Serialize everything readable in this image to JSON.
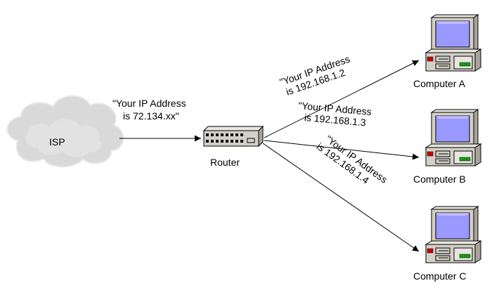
{
  "nodes": {
    "isp": {
      "label": "ISP"
    },
    "router": {
      "label": "Router"
    },
    "computers": [
      {
        "label": "Computer A"
      },
      {
        "label": "Computer B"
      },
      {
        "label": "Computer C"
      }
    ]
  },
  "links": {
    "isp_router": {
      "line1": "\"Your IP Address",
      "line2": "is 72.134.xx\""
    },
    "router_a": {
      "line1": "\"Your IP Address",
      "line2": "is 192.168.1.2"
    },
    "router_b": {
      "line1": "\"Your IP Address",
      "line2": "is 192.168.1.3"
    },
    "router_c": {
      "line1": "\"Your IP Address",
      "line2": "is 192.168.1.4"
    }
  },
  "colors": {
    "cloud": "#d9d9d9",
    "monitor_screen": "#9999ff",
    "computer_body": "#d4d0c8",
    "line": "#000000"
  }
}
